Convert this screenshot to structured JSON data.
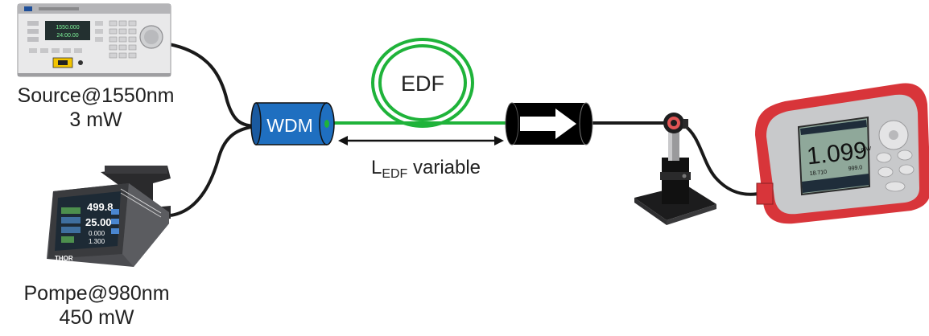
{
  "source": {
    "label": "Source@1550nm",
    "power": "3 mW",
    "display_line_1": "1550.000",
    "display_line_2": "24:00.00"
  },
  "pump": {
    "label": "Pompe@980nm",
    "power": "450 mW",
    "display_values": [
      "499.8",
      "25.00",
      "0.000",
      "1.300"
    ],
    "brand": "THOR"
  },
  "wdm": {
    "label": "WDM"
  },
  "edf": {
    "label": "EDF"
  },
  "length": {
    "prefix": "L",
    "subscript": "EDF",
    "suffix": " variable"
  },
  "power_meter": {
    "reading": "1.099",
    "unit": "mW",
    "sub_left": "18.710",
    "sub_right": "999.0"
  },
  "colors": {
    "fiber": "#1a1a1a",
    "edf_fiber": "#1fb33a",
    "wdm_blue": "#1f6fc0",
    "isolator": "#000000",
    "meter_red": "#d8353a",
    "meter_screen": "#8fa89a"
  },
  "icons": {
    "source": "signal-generator-icon",
    "pump": "laser-driver-icon",
    "isolator": "isolator-arrow-icon",
    "detector": "photodetector-icon",
    "meter": "power-meter-icon"
  }
}
